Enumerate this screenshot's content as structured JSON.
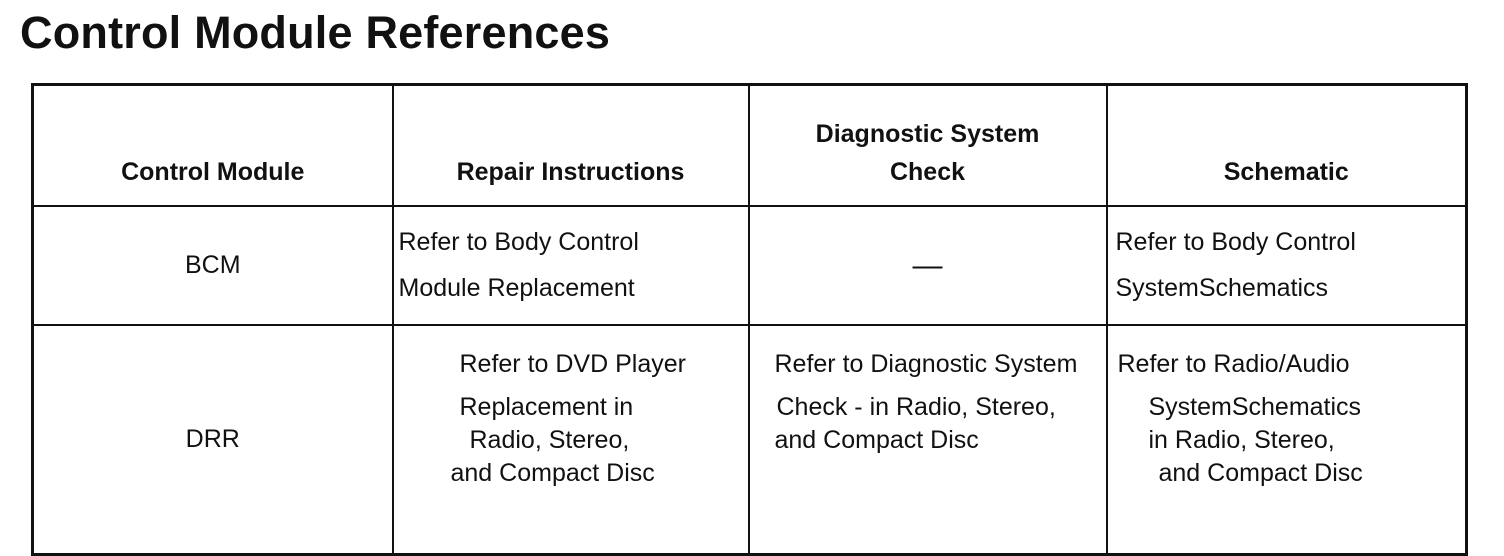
{
  "page": {
    "title": "Control Module References"
  },
  "table": {
    "headers": {
      "control_module": "Control Module",
      "repair_instructions": "Repair Instructions",
      "diagnostic_line1": "Diagnostic System",
      "diagnostic_line2": "Check",
      "schematic": "Schematic"
    },
    "rows": [
      {
        "module": "BCM",
        "repair": [
          "Refer to Body Control",
          "Module  Replacement"
        ],
        "diagnostic": "—",
        "schematic": [
          "Refer to Body Control",
          "SystemSchematics"
        ]
      },
      {
        "module": "DRR",
        "repair": [
          "Refer to DVD Player",
          "Replacement in",
          "Radio, Stereo,",
          "and Compact Disc"
        ],
        "diagnostic": [
          "Refer to Diagnostic System",
          "Check - in Radio, Stereo,",
          "and Compact Disc"
        ],
        "schematic": [
          "Refer to Radio/Audio",
          "SystemSchematics",
          "in Radio, Stereo,",
          "and Compact Disc"
        ]
      }
    ]
  }
}
